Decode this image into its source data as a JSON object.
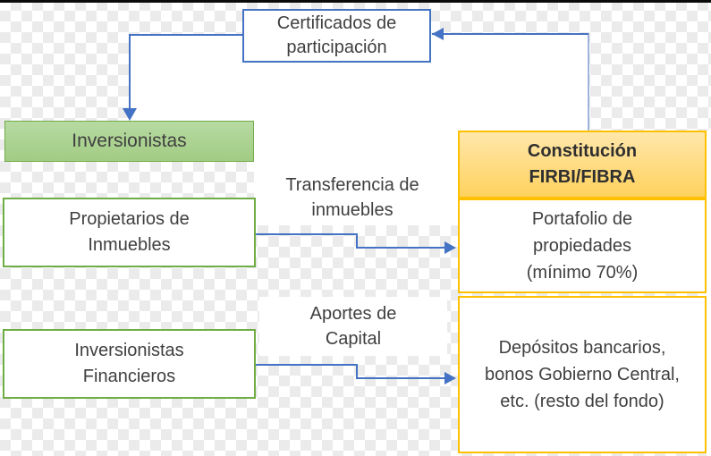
{
  "diagram": {
    "nodes": {
      "certificados": {
        "lines": [
          "Certificados de",
          "participación"
        ]
      },
      "inversionistas": {
        "label": "Inversionistas"
      },
      "propietarios": {
        "lines": [
          "Propietarios de",
          "Inmuebles"
        ]
      },
      "inversionistas_financieros": {
        "lines": [
          "Inversionistas",
          "Financieros"
        ]
      },
      "constitucion": {
        "lines": [
          "Constitución",
          "FIRBI/FIBRA"
        ]
      },
      "portafolio": {
        "lines": [
          "Portafolio de",
          "propiedades",
          "(mínimo 70%)"
        ]
      },
      "depositos": {
        "lines": [
          "Depósitos bancarios,",
          "bonos Gobierno Central,",
          "etc. (resto del fondo)"
        ]
      }
    },
    "edge_labels": {
      "transferencia": {
        "lines": [
          "Transferencia de",
          "inmuebles"
        ]
      },
      "aportes": {
        "lines": [
          "Aportes de",
          "Capital"
        ]
      }
    },
    "edges": [
      {
        "from": "certificados",
        "to": "inversionistas",
        "label": ""
      },
      {
        "from": "constitucion",
        "to": "certificados",
        "label": ""
      },
      {
        "from": "propietarios",
        "to": "portafolio",
        "label": "Transferencia de inmuebles"
      },
      {
        "from": "inversionistas_financieros",
        "to": "depositos",
        "label": "Aportes de Capital"
      }
    ],
    "colors": {
      "connector_blue": "#4472C4",
      "connector_blue_light": "#9FB4DC",
      "green_border": "#70AD47",
      "green_fill": "#A9D18E",
      "gold_border": "#FFC000",
      "gold_fill": "#FFD966",
      "text": "#3F3F3F",
      "transparency_checker": "#EBEBEB"
    }
  }
}
